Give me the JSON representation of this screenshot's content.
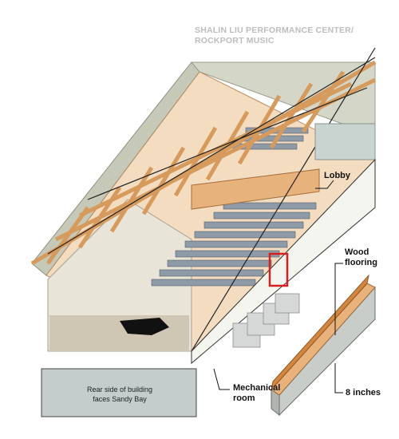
{
  "header": {
    "title_line1": "SHALIN LIU PERFORMANCE CENTER/",
    "title_line2": "ROCKPORT MUSIC"
  },
  "labels": {
    "lobby": "Lobby",
    "wood_flooring_line1": "Wood",
    "wood_flooring_line2": "flooring",
    "mechanical_line1": "Mechanical",
    "mechanical_line2": "room",
    "thickness": "8 inches",
    "rear_note_line1": "Rear side of building",
    "rear_note_line2": "faces Sandy Bay"
  },
  "colors": {
    "accent_highlight": "#d42020",
    "wood": "#e8b27a",
    "seat": "#8e9aa6",
    "concrete": "#c9cdc9",
    "wall_grey": "#bfc3b4"
  }
}
